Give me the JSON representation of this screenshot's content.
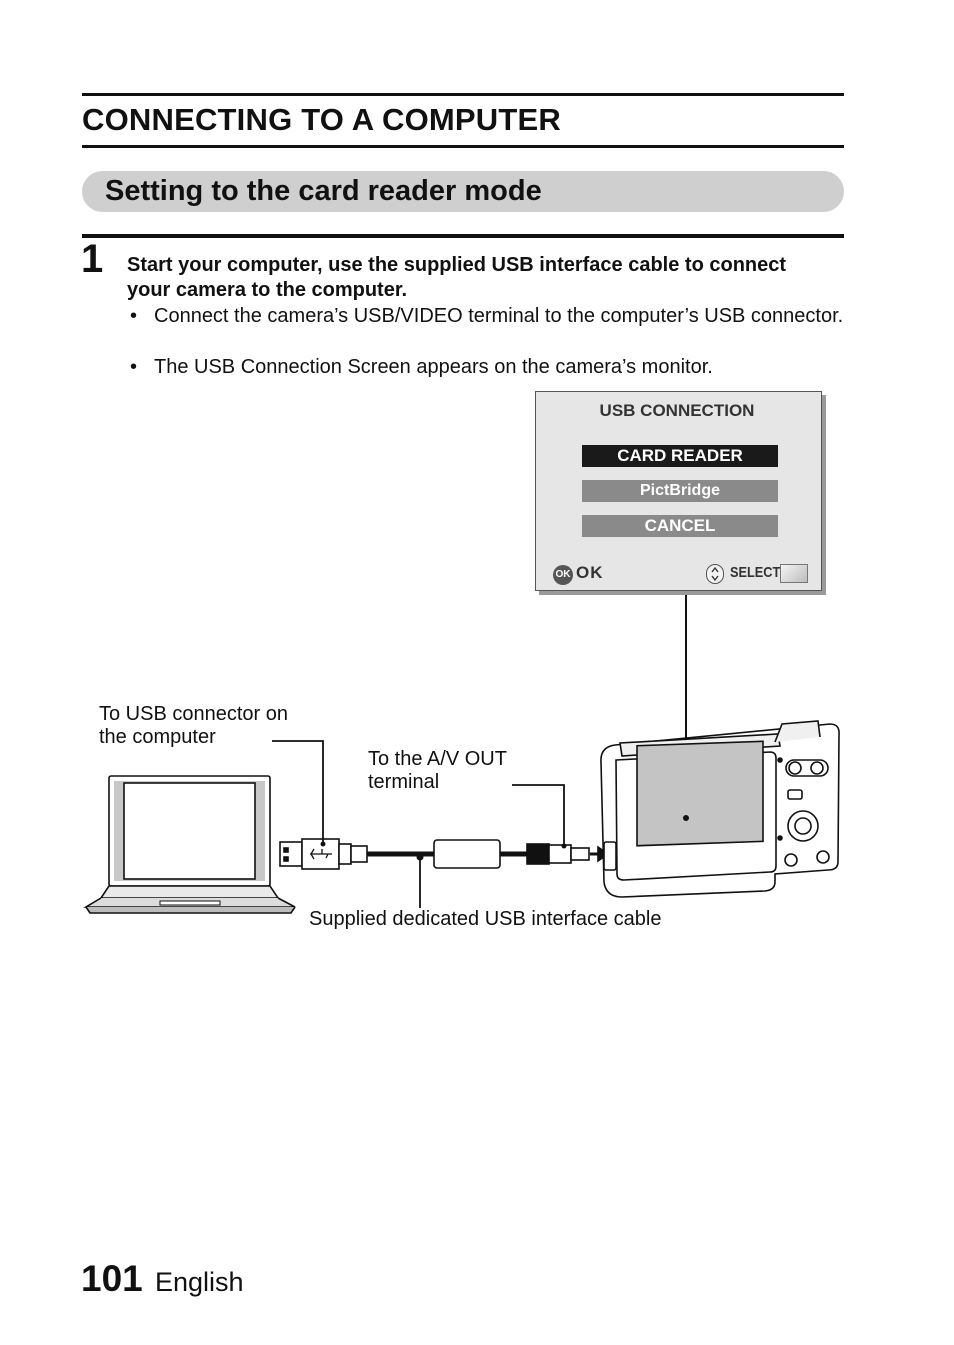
{
  "section_title": "CONNECTING TO A COMPUTER",
  "subsection_title": "Setting to the card reader mode",
  "step": {
    "number": "1",
    "heading": "Start your computer, use the supplied USB interface cable to connect your camera to the computer.",
    "bullets": [
      "Connect the camera’s USB/VIDEO terminal to the computer’s USB connector.",
      "The USB Connection Screen appears on the camera’s monitor."
    ]
  },
  "usb_screen": {
    "title": "USB CONNECTION",
    "options": [
      "CARD READER",
      "PictBridge",
      "CANCEL"
    ],
    "ok_badge": "OK",
    "ok_label": "OK",
    "select_label": "SELECT"
  },
  "diagram_labels": {
    "computer_connector": "To USB connector on the computer",
    "av_terminal": "To the A/V OUT terminal",
    "cable": "Supplied dedicated USB interface cable"
  },
  "footer": {
    "page_number": "101",
    "language": "English"
  }
}
